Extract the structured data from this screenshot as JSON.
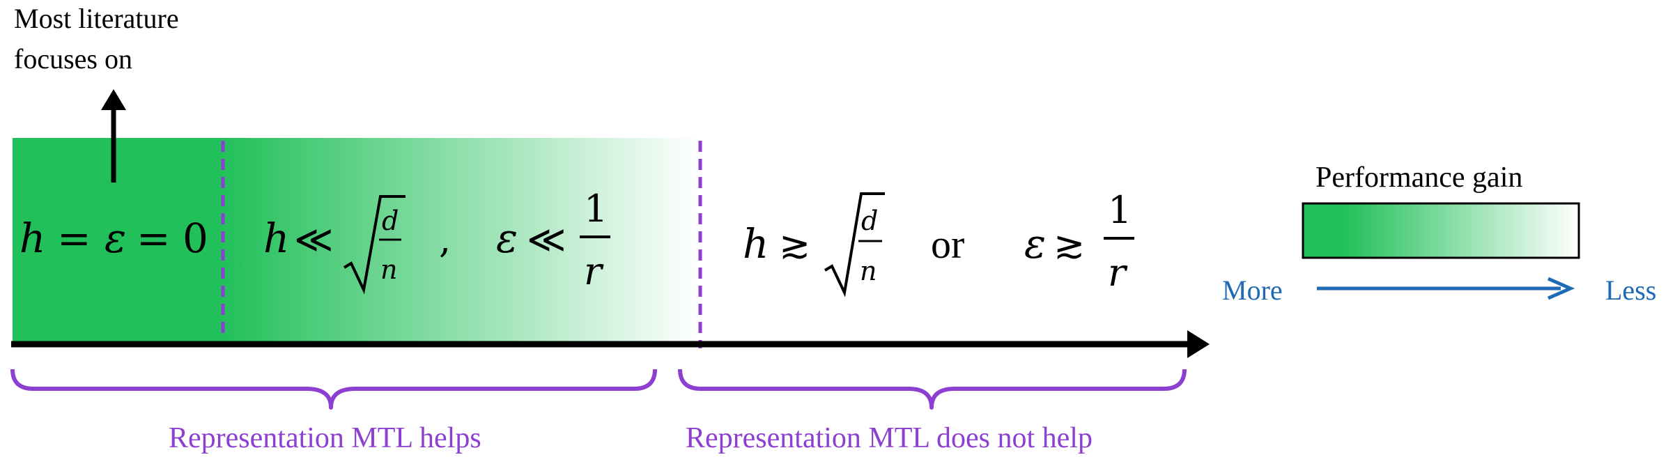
{
  "colors": {
    "green": "#22c05a",
    "purple": "#8c3fd0",
    "blue": "#1f6ab5",
    "black": "#000000"
  },
  "annotation": {
    "line1": "Most literature",
    "line2": "focuses on"
  },
  "regions": {
    "zero": {
      "h": "h",
      "eq1": "=",
      "eps": "ε",
      "eq2": "=",
      "zero": "0"
    },
    "small": {
      "h": "h",
      "rel_h": "≪",
      "d": "d",
      "n": "n",
      "comma": ",",
      "eps": "ε",
      "rel_eps": "≪",
      "one": "1",
      "r": "r"
    },
    "large": {
      "h": "h",
      "rel_h": "≳",
      "d": "d",
      "n": "n",
      "or": "or",
      "eps": "ε",
      "rel_eps": "≳",
      "one": "1",
      "r": "r"
    }
  },
  "brace_labels": {
    "helps": "Representation MTL helps",
    "not_helps": "Representation MTL does not help"
  },
  "legend": {
    "title": "Performance gain",
    "left": "More",
    "right": "Less"
  }
}
